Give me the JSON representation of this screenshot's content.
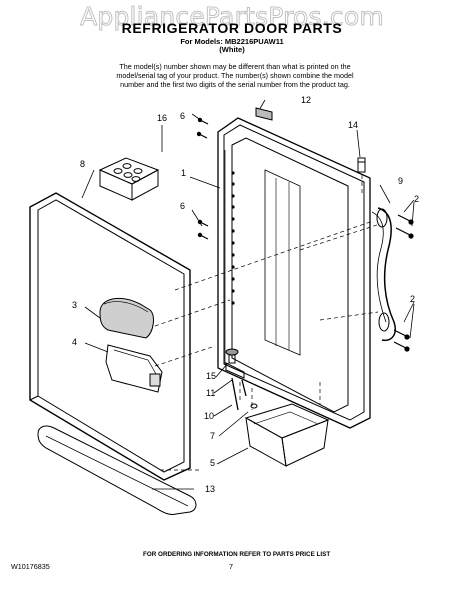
{
  "watermark": "AppliancePartsPros.com",
  "title": "REFRIGERATOR DOOR PARTS",
  "models_line": "For Models: MB2216PUAW11",
  "color_line": "(White)",
  "note": "The model(s) number shown may be different than what is printed on the model/serial tag of your product. The number(s) shown combine the model number and the first two digits of the serial number from the product tag.",
  "callouts": {
    "c1": "1",
    "c2a": "2",
    "c2b": "2",
    "c3": "3",
    "c4": "4",
    "c5": "5",
    "c6a": "6",
    "c6b": "6",
    "c7": "7",
    "c8": "8",
    "c9": "9",
    "c10": "10",
    "c11": "11",
    "c12": "12",
    "c13": "13",
    "c14": "14",
    "c15": "15",
    "c16": "16"
  },
  "footer": {
    "ordering": "FOR ORDERING INFORMATION REFER TO PARTS PRICE LIST",
    "doc_number": "W10176835",
    "page": "7"
  }
}
